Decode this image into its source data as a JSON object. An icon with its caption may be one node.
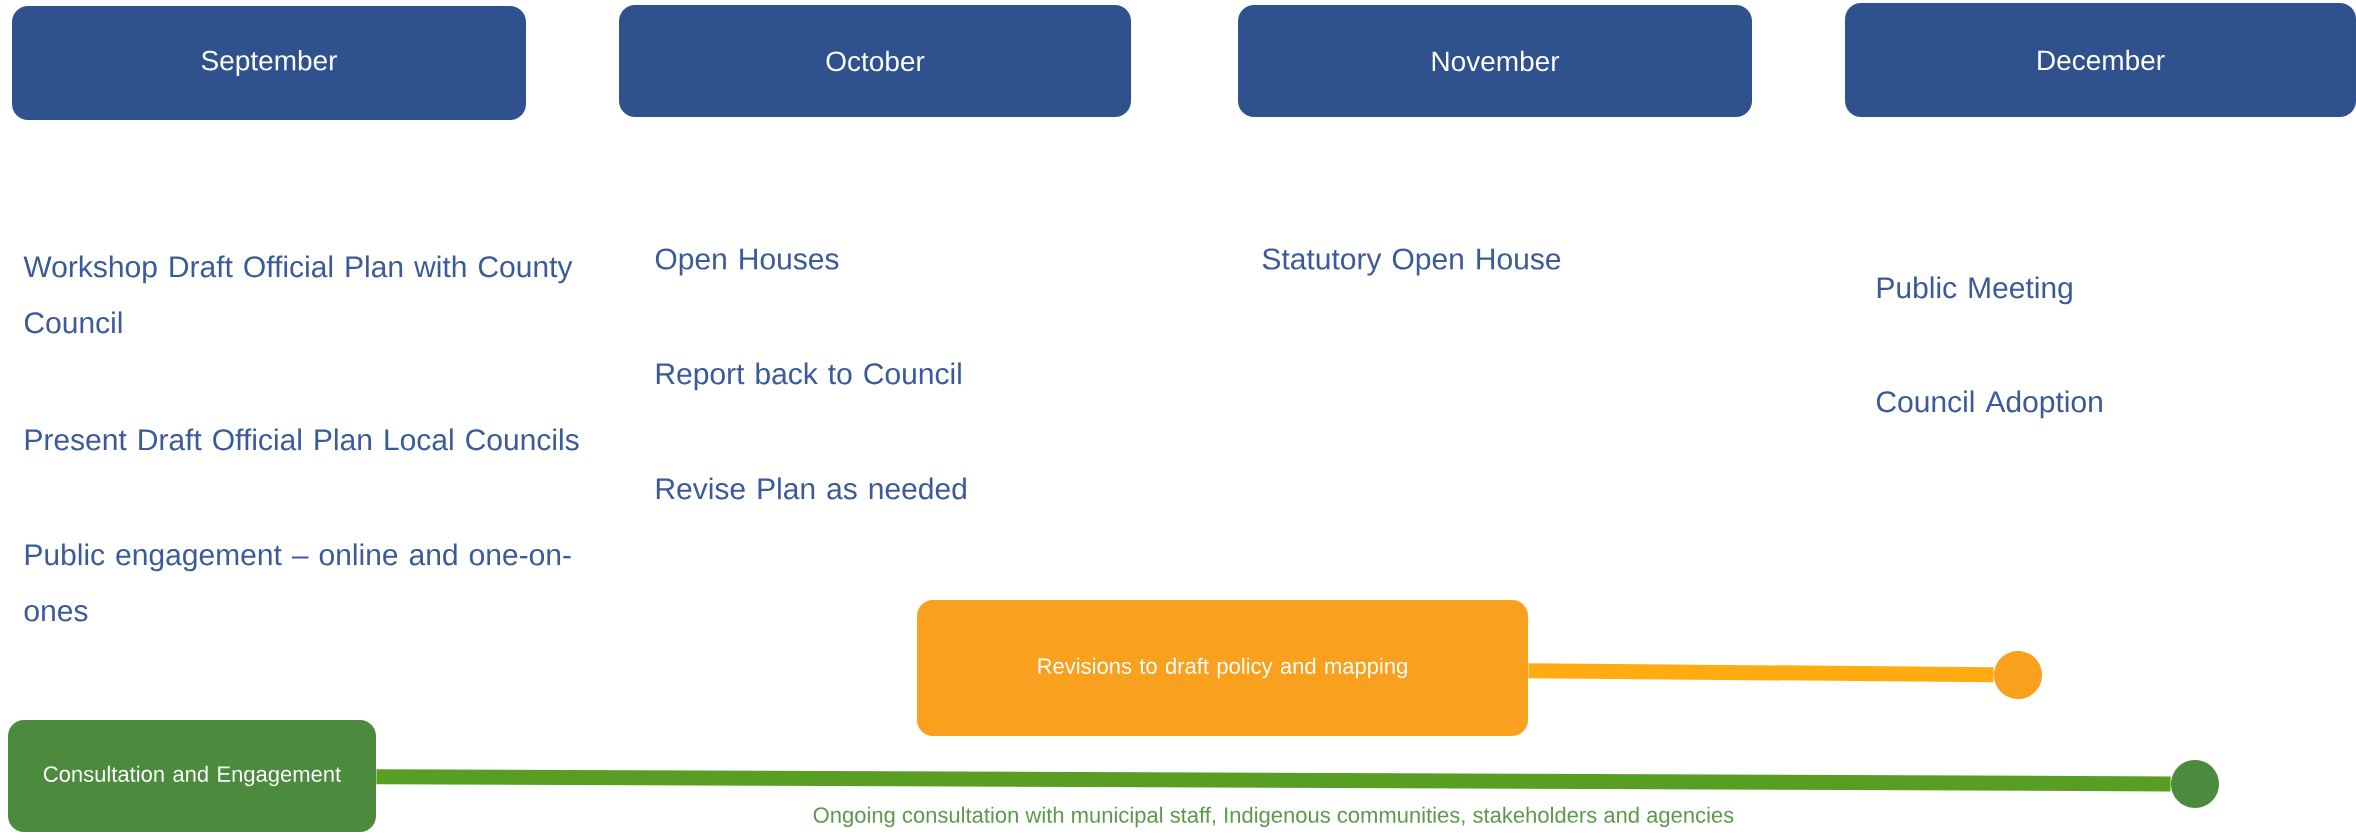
{
  "diagram": {
    "nodes": [
      {
        "text": [
          "September"
        ]
      },
      {
        "text": [
          "October"
        ]
      },
      {
        "text": [
          "November"
        ]
      },
      {
        "text": [
          "December"
        ]
      },
      {
        "text": [
          "Revisions to draft policy and mapping"
        ]
      },
      {
        "text": [],
        "shape": "circle"
      },
      {
        "text": [
          "Consultation and Engagement"
        ]
      },
      {
        "text": [],
        "shape": "circle"
      }
    ],
    "edges": [
      {
        "from": 4,
        "to": 5,
        "arrow": "none",
        "color": "#f9a11f"
      },
      {
        "from": 6,
        "to": 7,
        "arrow": "none",
        "color": "#4c8a3e",
        "label": "Ongoing consultation with municipal staff, Indigenous communities, stakeholders and agencies"
      }
    ],
    "labels": [
      "Workshop Draft Official Plan with County Council",
      "Present Draft Official Plan Local Councils",
      "Public engagement – online and one-on-ones",
      "Open Houses",
      "Report back to Council",
      "Revise Plan as needed",
      "Statutory Open House",
      "Public Meeting",
      "Council Adoption"
    ]
  }
}
